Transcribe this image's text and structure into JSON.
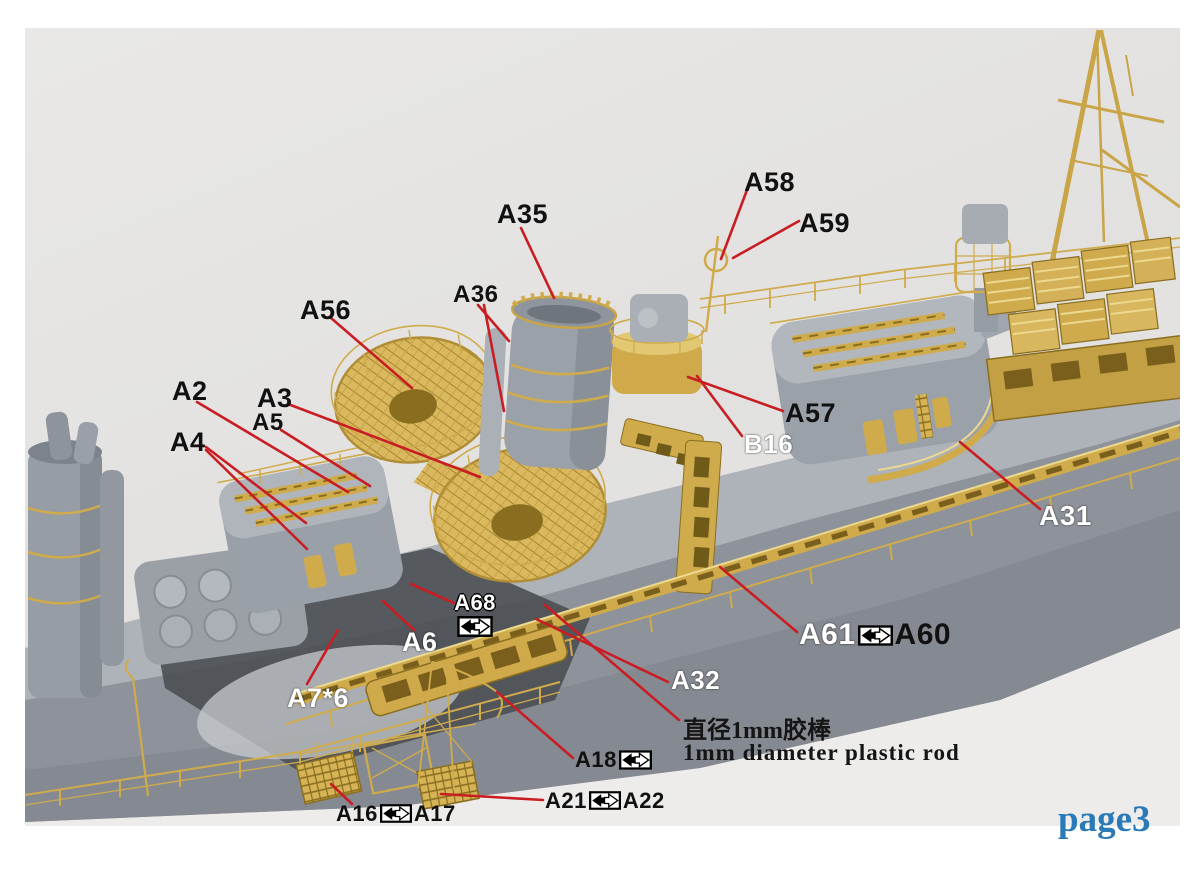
{
  "page": {
    "number_label": "page3"
  },
  "annotations": {
    "a2": "A2",
    "a3": "A3",
    "a4": "A4",
    "a5": "A5",
    "a6": "A6",
    "a7x6": "A7*6",
    "a16": "A16",
    "a17": "A17",
    "a18": "A18",
    "a21": "A21",
    "a22": "A22",
    "a31": "A31",
    "a32": "A32",
    "a35": "A35",
    "a36": "A36",
    "a56": "A56",
    "a57": "A57",
    "a58": "A58",
    "a59": "A59",
    "a60": "A60",
    "a61": "A61",
    "a68": "A68",
    "b16": "B16",
    "rod_note_zh": "直径1mm胶棒",
    "rod_note_en": "1mm diameter plastic rod"
  },
  "icons": {
    "swap_arrow": "left-right-double-arrow"
  },
  "colors": {
    "leader_red": "#c81e23",
    "brass_gold": "#d0ab4c",
    "brass_dark": "#8a6e20",
    "brass_light": "#ecd98f",
    "hull_grey": "#9aa0a8",
    "page_blue": "#2b7ab8",
    "photo_bg": "#e6e5e3"
  }
}
